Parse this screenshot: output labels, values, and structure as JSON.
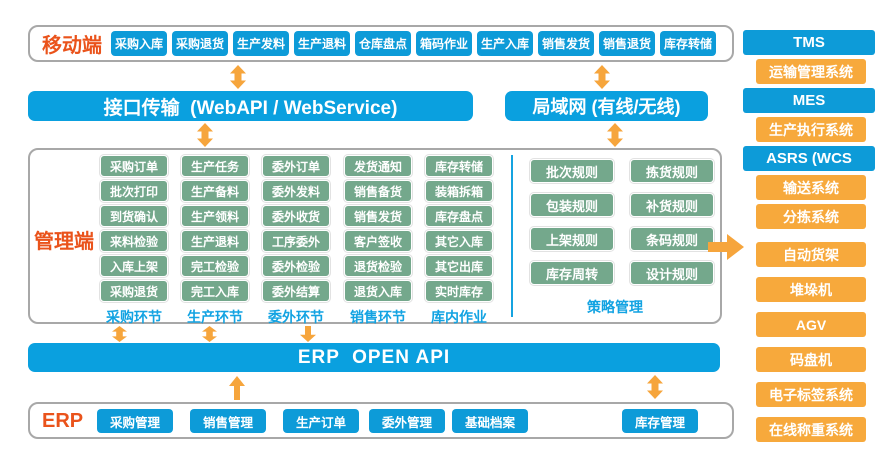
{
  "colors": {
    "button_blue": "#0d9bd8",
    "bar_blue": "#0aa0df",
    "chip_green": "#74a88c",
    "sidebar_orange": "#f7a93c",
    "arrow_orange": "#f6a53c",
    "section_label_red": "#ea531b",
    "footer_label_blue": "#12a3e2",
    "box_border_gray": "#a8a8a8"
  },
  "mobile": {
    "label": "移动端",
    "buttons": [
      "采购入库",
      "采购退货",
      "生产发料",
      "生产退料",
      "仓库盘点",
      "箱码作业",
      "生产入库",
      "销售发货",
      "销售退货",
      "库存转储"
    ]
  },
  "interface_bar": {
    "label": "接口传输  (WebAPI / WebService)"
  },
  "lan_bar": {
    "label": "局域网 (有线/无线)"
  },
  "management": {
    "label": "管理端",
    "columns": [
      {
        "footer": "采购环节",
        "items": [
          "采购订单",
          "批次打印",
          "到货确认",
          "来料检验",
          "入库上架",
          "采购退货"
        ]
      },
      {
        "footer": "生产环节",
        "items": [
          "生产任务",
          "生产备料",
          "生产领料",
          "生产退料",
          "完工检验",
          "完工入库"
        ]
      },
      {
        "footer": "委外环节",
        "items": [
          "委外订单",
          "委外发料",
          "委外收货",
          "工序委外",
          "委外检验",
          "委外结算"
        ]
      },
      {
        "footer": "销售环节",
        "items": [
          "发货通知",
          "销售备货",
          "销售发货",
          "客户签收",
          "退货检验",
          "退货入库"
        ]
      },
      {
        "footer": "库内作业",
        "items": [
          "库存转储",
          "装箱拆箱",
          "库存盘点",
          "其它入库",
          "其它出库",
          "实时库存"
        ]
      }
    ],
    "strategy": {
      "footer": "策略管理",
      "items": [
        "批次规则",
        "拣货规则",
        "包装规则",
        "补货规则",
        "上架规则",
        "条码规则",
        "库存周转",
        "设计规则"
      ]
    }
  },
  "erp_api_bar": {
    "label": "ERP  OPEN API"
  },
  "erp": {
    "label": "ERP",
    "buttons": [
      "采购管理",
      "销售管理",
      "生产订单",
      "委外管理",
      "基础档案"
    ],
    "right_button": "库存管理"
  },
  "sidebar": {
    "items": [
      {
        "label": "TMS",
        "type": "blue"
      },
      {
        "label": "运输管理系统",
        "type": "orange"
      },
      {
        "label": "MES",
        "type": "blue"
      },
      {
        "label": "生产执行系统",
        "type": "orange"
      },
      {
        "label": "ASRS (WCS",
        "type": "blue"
      },
      {
        "label": "输送系统",
        "type": "orange"
      },
      {
        "label": "分拣系统",
        "type": "orange"
      },
      {
        "label": "自动货架",
        "type": "orange"
      },
      {
        "label": "堆垛机",
        "type": "orange"
      },
      {
        "label": "AGV",
        "type": "orange"
      },
      {
        "label": "码盘机",
        "type": "orange"
      },
      {
        "label": "电子标签系统",
        "type": "orange"
      },
      {
        "label": "在线称重系统",
        "type": "orange"
      }
    ]
  }
}
